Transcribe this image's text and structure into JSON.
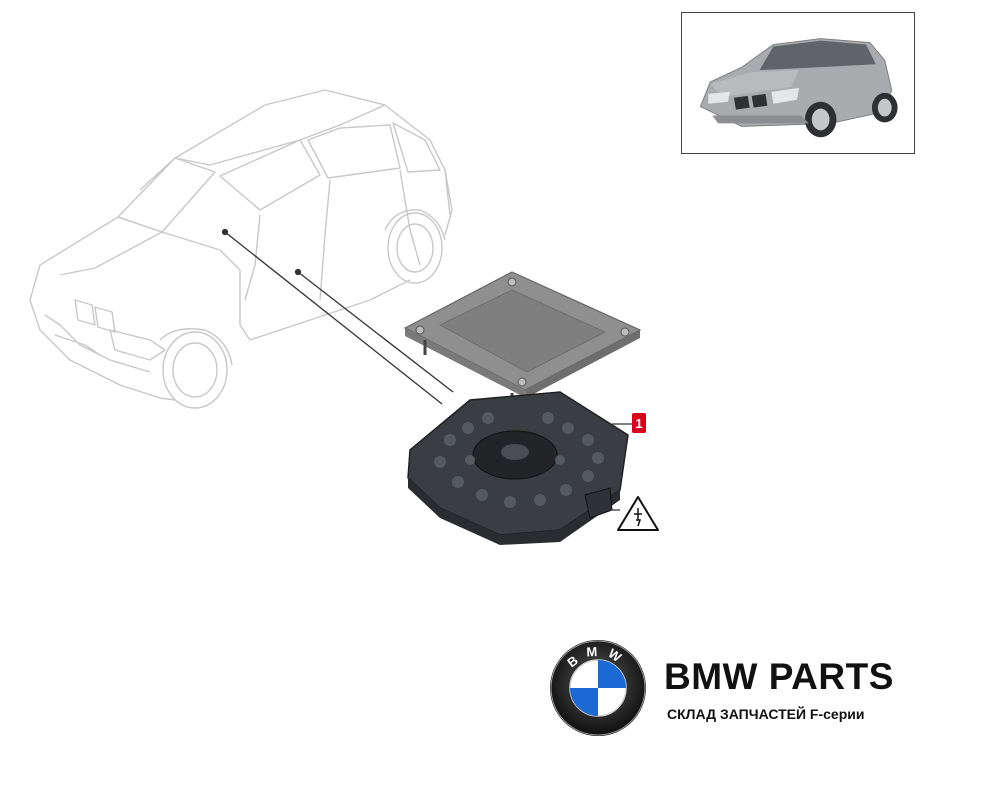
{
  "diagram": {
    "callout_number": "1",
    "callout_color": "#d9001b",
    "warning_icon": "warning-electric-plug-icon"
  },
  "inset": {
    "vehicle": "suv-photo"
  },
  "brand": {
    "logo_letters": "BMW",
    "title": "BMW PARTS",
    "subtitle": "СКЛАД ЗАПЧАСТЕЙ F-серии",
    "logo_blue": "#1c69d4"
  }
}
